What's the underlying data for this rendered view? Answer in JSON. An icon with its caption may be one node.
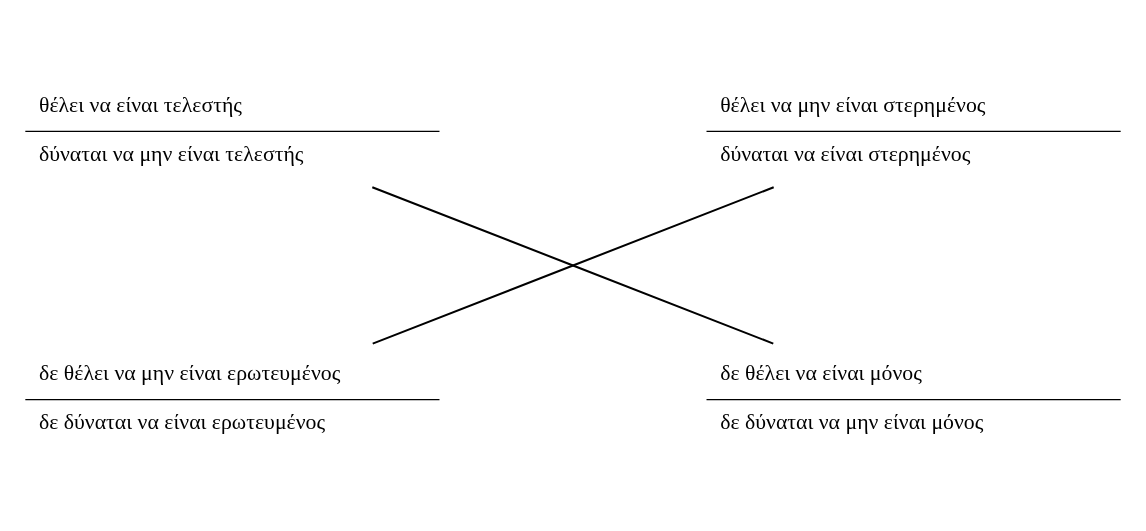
{
  "diagram": {
    "nodes": [
      {
        "text": [
          "θέλει να είναι τελεστής",
          "δύναται να μην είναι τελεστής"
        ]
      },
      {
        "text": [
          "θέλει να μην είναι στερημένος",
          "δύναται να είναι στερημένος"
        ]
      },
      {
        "text": [
          "δε θέλει να μην είναι ερωτευμένος",
          "δε δύναται να είναι ερωτευμένος"
        ]
      },
      {
        "text": [
          "δε θέλει να είναι μόνος",
          "δε δύναται να μην είναι μόνος"
        ]
      }
    ],
    "edges": [
      {
        "from": 0,
        "to": 3,
        "arrow": "none"
      },
      {
        "from": 1,
        "to": 2,
        "arrow": "none"
      }
    ]
  }
}
